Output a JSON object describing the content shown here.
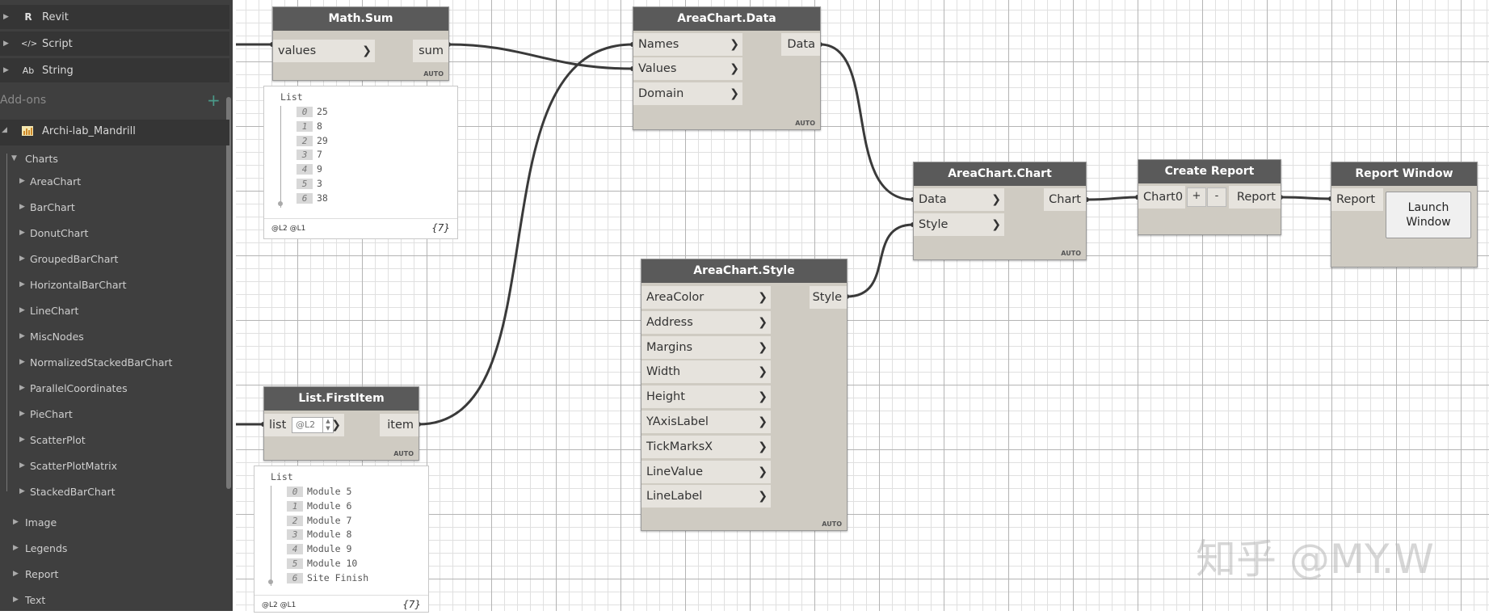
{
  "sidebar": {
    "top_categories": [
      {
        "icon": "R",
        "label": "Revit"
      },
      {
        "icon": "</>",
        "label": "Script"
      },
      {
        "icon": "Ab",
        "label": "String"
      }
    ],
    "addons_label": "Add-ons",
    "addons_add": "+",
    "package": {
      "label": "Archi-lab_Mandrill"
    },
    "charts_label": "Charts",
    "chart_items": [
      "AreaChart",
      "BarChart",
      "DonutChart",
      "GroupedBarChart",
      "HorizontalBarChart",
      "LineChart",
      "MiscNodes",
      "NormalizedStackedBarChart",
      "ParallelCoordinates",
      "PieChart",
      "ScatterPlot",
      "ScatterPlotMatrix",
      "StackedBarChart"
    ],
    "other_categories": [
      "Image",
      "Legends",
      "Report",
      "Text"
    ]
  },
  "nodes": {
    "math_sum": {
      "title": "Math.Sum",
      "inputs": [
        "values"
      ],
      "outputs": [
        "sum"
      ],
      "mode": "AUTO"
    },
    "areachart_data": {
      "title": "AreaChart.Data",
      "inputs": [
        "Names",
        "Values",
        "Domain"
      ],
      "outputs": [
        "Data"
      ],
      "mode": "AUTO"
    },
    "areachart_chart": {
      "title": "AreaChart.Chart",
      "inputs": [
        "Data",
        "Style"
      ],
      "outputs": [
        "Chart"
      ],
      "mode": "AUTO"
    },
    "create_report": {
      "title": "Create Report",
      "inputs": [
        "Chart0"
      ],
      "outputs": [
        "Report"
      ],
      "plus": "+",
      "minus": "-"
    },
    "report_window": {
      "title": "Report Window",
      "inputs": [
        "Report"
      ],
      "button": "Launch Window"
    },
    "areachart_style": {
      "title": "AreaChart.Style",
      "inputs": [
        "AreaColor",
        "Address",
        "Margins",
        "Width",
        "Height",
        "YAxisLabel",
        "TickMarksX",
        "LineValue",
        "LineLabel"
      ],
      "outputs": [
        "Style"
      ],
      "mode": "AUTO"
    },
    "list_firstitem": {
      "title": "List.FirstItem",
      "inputs": [
        "list"
      ],
      "lacing": "@L2",
      "outputs": [
        "item"
      ],
      "mode": "AUTO"
    }
  },
  "previews": {
    "sum_preview": {
      "header": "List",
      "items": [
        {
          "i": "0",
          "v": "25"
        },
        {
          "i": "1",
          "v": "8"
        },
        {
          "i": "2",
          "v": "29"
        },
        {
          "i": "3",
          "v": "7"
        },
        {
          "i": "4",
          "v": "9"
        },
        {
          "i": "5",
          "v": "3"
        },
        {
          "i": "6",
          "v": "38"
        }
      ],
      "levels": "@L2 @L1",
      "count": "{7}"
    },
    "first_preview": {
      "header": "List",
      "items": [
        {
          "i": "0",
          "v": "Module 5"
        },
        {
          "i": "1",
          "v": "Module 6"
        },
        {
          "i": "2",
          "v": "Module 7"
        },
        {
          "i": "3",
          "v": "Module 8"
        },
        {
          "i": "4",
          "v": "Module 9"
        },
        {
          "i": "5",
          "v": "Module 10"
        },
        {
          "i": "6",
          "v": "Site Finish"
        }
      ],
      "levels": "@L2 @L1",
      "count": "{7}"
    }
  },
  "watermark": "知乎 @MY.W"
}
